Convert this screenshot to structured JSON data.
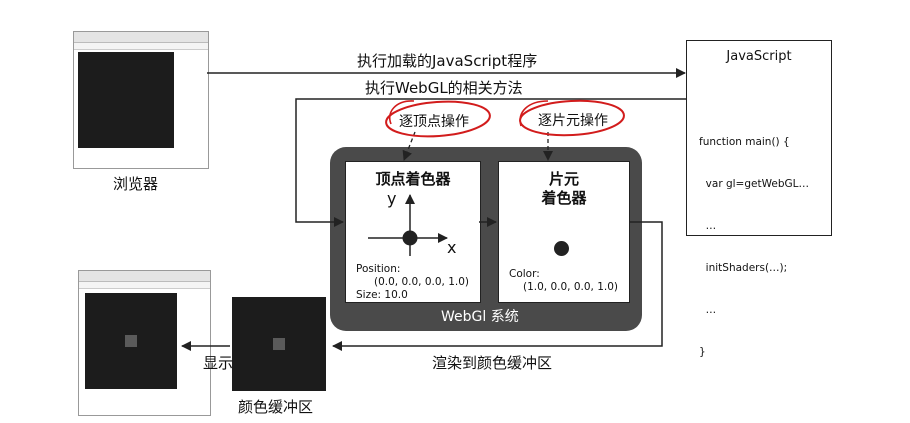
{
  "labels": {
    "browser": "浏览器",
    "execute_js": "执行加载的JavaScript程序",
    "execute_webgl": "执行WebGL的相关方法",
    "per_vertex": "逐顶点操作",
    "per_fragment": "逐片元操作",
    "render_to_buffer": "渲染到颜色缓冲区",
    "display": "显示",
    "color_buffer": "颜色缓冲区",
    "webgl_system": "WebGl 系统"
  },
  "javascript_box": {
    "title": "JavaScript",
    "code": [
      "function main() {",
      "  var gl=getWebGL…",
      "  …",
      "  initShaders(…);",
      "  …",
      "}"
    ]
  },
  "vertex_shader": {
    "title": "顶点着色器",
    "axis_y": "y",
    "axis_x": "x",
    "position_label": "Position:",
    "position_value": "(0.0, 0.0, 0.0, 1.0)",
    "size_label": "Size: 10.0"
  },
  "fragment_shader": {
    "title_line1": "片元",
    "title_line2": "着色器",
    "color_label": "Color:",
    "color_value": "(1.0, 0.0, 0.0, 1.0)"
  },
  "colors": {
    "system_bg": "#4a4a4a",
    "annotation": "#d21c1c",
    "canvas": "#1c1c1c",
    "point_output": "#5a5a5a"
  }
}
